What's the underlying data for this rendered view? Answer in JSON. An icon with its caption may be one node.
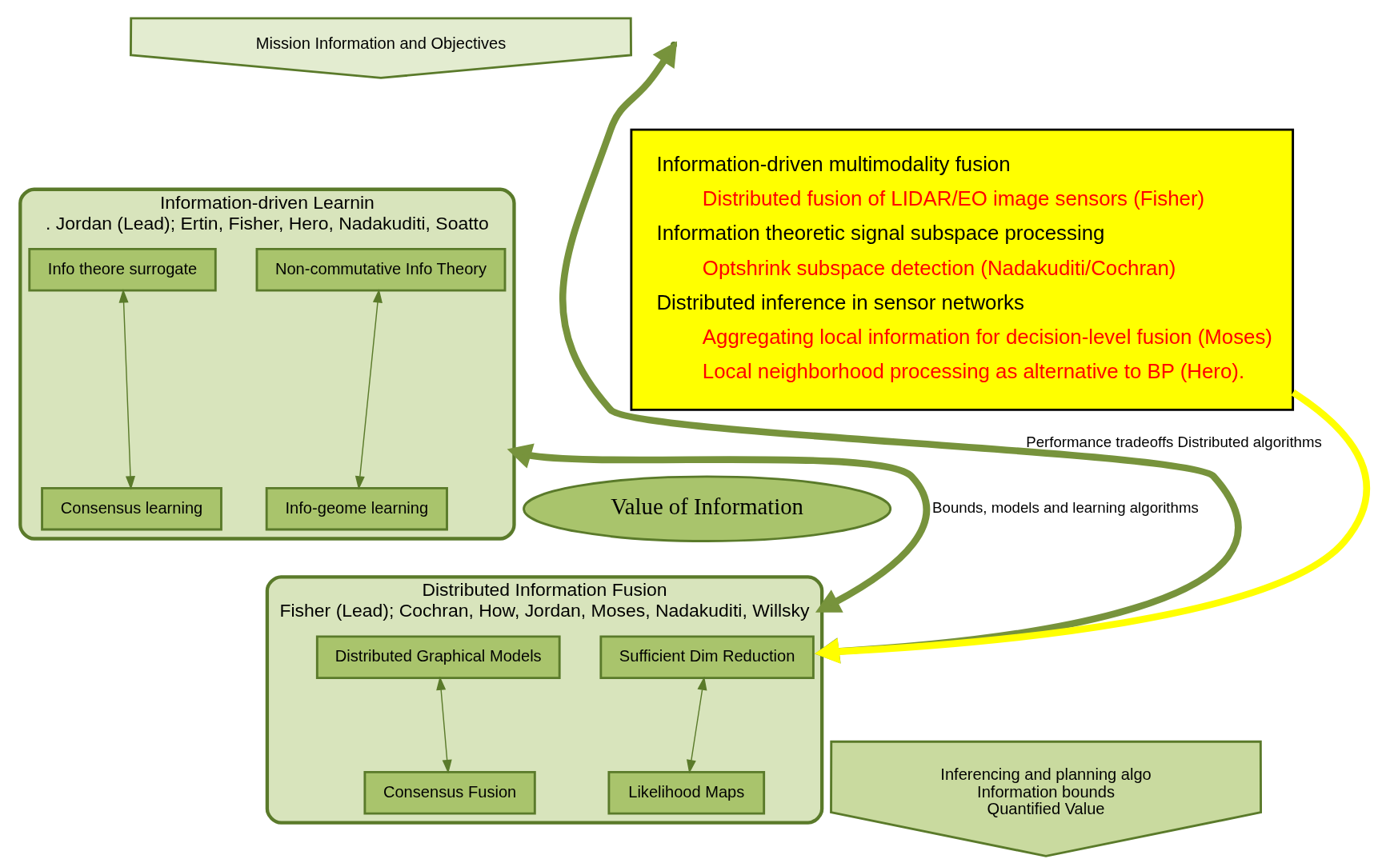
{
  "diagram": {
    "nodes": [
      {
        "text": [
          "Mission Information and Objectives"
        ]
      },
      {
        "text": [
          "Information-driven Learnin",
          ". Jordan (Lead); Ertin, Fisher, Hero, Nadakuditi, Soatto"
        ]
      },
      {
        "text": [
          "Non-commutative Info Theory"
        ],
        "in": 1
      },
      {
        "text": [
          "Info theore surrogate"
        ],
        "in": 1
      },
      {
        "text": [
          "Consensus learning"
        ],
        "in": 1
      },
      {
        "text": [
          "Info-geome learning"
        ],
        "in": 1
      },
      {
        "text": [
          "Value of Information"
        ]
      },
      {
        "text": [
          "Distributed Information Fusion",
          "Fisher (Lead); Cochran, How, Jordan, Moses, Nadakuditi, Willsky"
        ]
      },
      {
        "text": [
          "Sufficient Dim Reduction"
        ],
        "in": 7
      },
      {
        "text": [
          "Distributed Graphical Models"
        ],
        "in": 7
      },
      {
        "text": [
          "Consensus Fusion"
        ],
        "in": 7
      },
      {
        "text": [
          "Likelihood Maps"
        ],
        "in": 7
      },
      {
        "text": [
          "Inferencing and planning algo",
          "Information bounds",
          "Quantified Value"
        ]
      },
      {
        "text": [
          "Information-driven multimodality fusion",
          "Distributed fusion of LIDAR/EO image sensors (Fisher)",
          "Information theoretic signal subspace processing",
          "Optshrink subspace detection (Nadakuditi/Cochran)",
          "Distributed inference in sensor networks",
          "Aggregating local information for decision-level fusion (Moses)",
          "Local neighborhood processing as alternative to BP (Hero)."
        ]
      }
    ],
    "edges": [
      {
        "from": 7,
        "to": 1,
        "arrow": "both",
        "label": "Bounds, models and learning algorithms",
        "style": "thick"
      },
      {
        "from": 2,
        "to": 5,
        "arrow": "both"
      },
      {
        "from": 3,
        "to": 4,
        "arrow": "both"
      },
      {
        "from": 8,
        "to": 11,
        "arrow": "both"
      },
      {
        "from": 9,
        "to": 10,
        "arrow": "both"
      },
      {
        "from": 13,
        "to": 7,
        "arrow": "to",
        "style": "thick",
        "color": "#ffff00"
      },
      {
        "from": 7,
        "to": null,
        "arrow": "both",
        "label": "Performance tradeoffs Distributed algorithms",
        "style": "thick"
      }
    ]
  }
}
